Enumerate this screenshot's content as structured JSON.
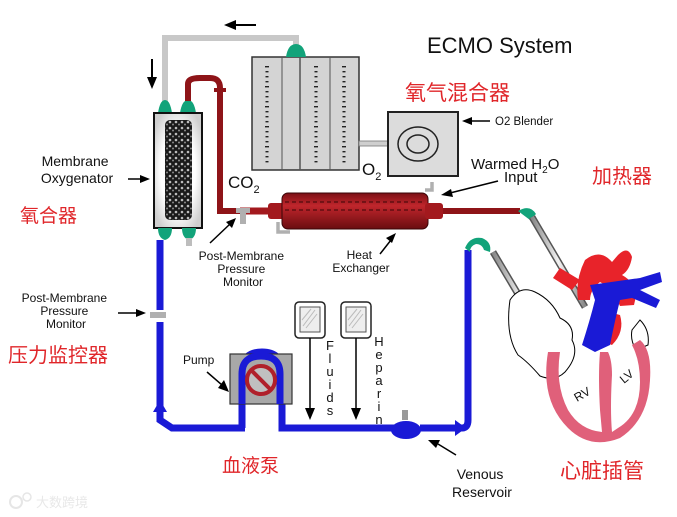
{
  "title": "ECMO System",
  "labels": {
    "membrane_oxygenator": [
      "Membrane",
      "Oxygenator"
    ],
    "co2": {
      "base": "CO",
      "sub": "2"
    },
    "o2": {
      "base": "O",
      "sub": "2"
    },
    "o2_blender": "O2 Blender",
    "warmed_h2o": {
      "line1": "Warmed H",
      "sub": "2",
      "tail": "O",
      "line2": "Input"
    },
    "post_membrane_monitor_top": [
      "Post-Membrane",
      "Pressure",
      "Monitor"
    ],
    "heat_exchanger": [
      "Heat",
      "Exchanger"
    ],
    "post_membrane_monitor_left": [
      "Post-Membrane",
      "Pressure",
      "Monitor"
    ],
    "pump": "Pump",
    "fluids": [
      "F",
      "l",
      "u",
      "i",
      "d",
      "s"
    ],
    "heparin": [
      "H",
      "e",
      "p",
      "a",
      "r",
      "i",
      "n"
    ],
    "venous_reservoir": [
      "Venous",
      "Reservoir"
    ],
    "rv": "RV",
    "lv": "LV"
  },
  "chinese_labels": {
    "o2_blender": "氧气混合器",
    "oxygenator": "氧合器",
    "heater": "加热器",
    "pressure_monitor": "压力监控器",
    "blood_pump": "血液泵",
    "cardiac_cannulation": "心脏插管"
  },
  "watermark": "大数跨境",
  "colors": {
    "venous_blue": "#1a1ad6",
    "arterial_red": "#a3191e",
    "heart_red": "#e8232a",
    "myocardium_pink": "#e0607a",
    "connector_green": "#12a37a",
    "gas_line_gray": "#c8c8c8",
    "label_red": "#e0262a"
  }
}
